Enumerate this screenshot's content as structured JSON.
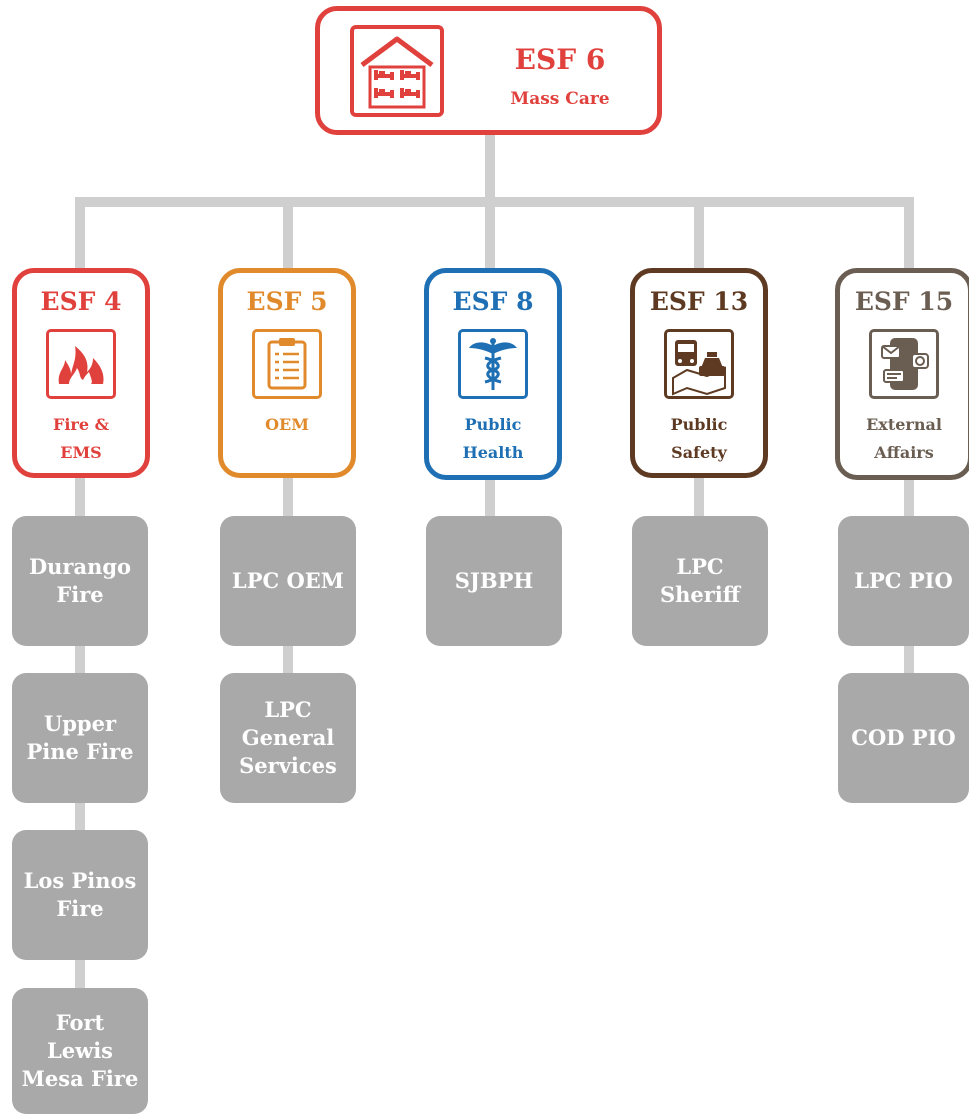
{
  "root": {
    "title": "ESF 6",
    "subtitle": "Mass Care",
    "icon": "shelter-beds-icon",
    "color": "#e0413c"
  },
  "esfs": [
    {
      "title": "ESF 4",
      "label": "Fire &\nEMS",
      "icon": "fire-icon",
      "color": "#e0413c",
      "agencies": [
        "Durango\nFire",
        "Upper\nPine Fire",
        "Los Pinos\nFire",
        "Fort\nLewis\nMesa Fire"
      ]
    },
    {
      "title": "ESF 5",
      "label": "OEM",
      "icon": "clipboard-icon",
      "color": "#e08a2c",
      "agencies": [
        "LPC OEM",
        "LPC\nGeneral\nServices"
      ]
    },
    {
      "title": "ESF 8",
      "label": "Public\nHealth",
      "icon": "caduceus-icon",
      "color": "#1e6fb3",
      "agencies": [
        "SJBPH"
      ]
    },
    {
      "title": "ESF 13",
      "label": "Public\nSafety",
      "icon": "vehicles-map-icon",
      "color": "#5e3a22",
      "agencies": [
        "LPC\nSheriff"
      ]
    },
    {
      "title": "ESF 15",
      "label": "External\nAffairs",
      "icon": "phone-media-icon",
      "color": "#6a5e52",
      "agencies": [
        "LPC PIO",
        "COD PIO"
      ]
    }
  ],
  "colors": {
    "connector": "#cfcfcf",
    "agency_box": "#a9a9a9"
  }
}
